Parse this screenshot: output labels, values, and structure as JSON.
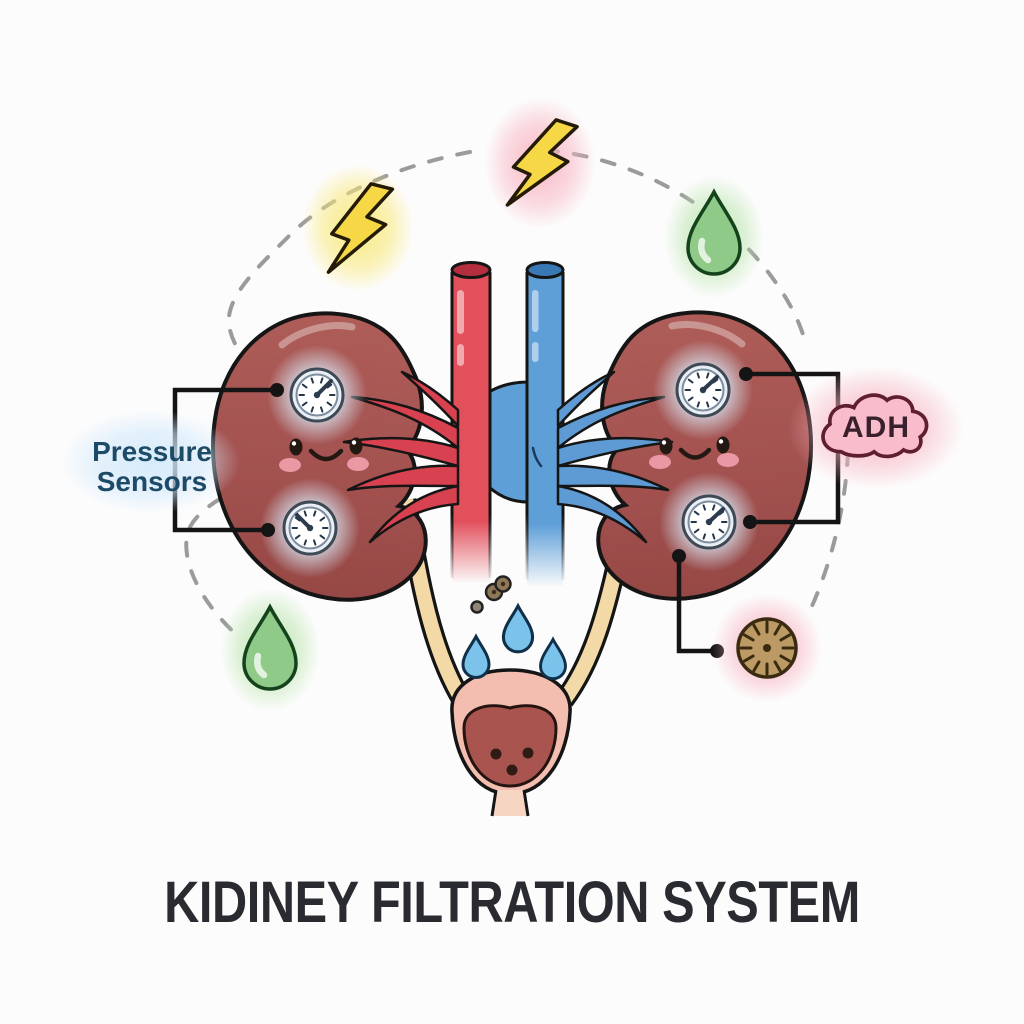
{
  "title": "KIDINEY FILTRATION SYSTEM",
  "labels": {
    "pressure_line1": "Pressure",
    "pressure_line2": "Sensors",
    "adh": "ADH"
  },
  "icons": [
    {
      "name": "lightning-bolt-left",
      "meaning": "nerve/electrical signal",
      "glow": "yellow"
    },
    {
      "name": "lightning-bolt-right",
      "meaning": "nerve/electrical signal",
      "glow": "pink"
    },
    {
      "name": "green-droplet-top-right",
      "meaning": "fluid drop"
    },
    {
      "name": "green-droplet-bottom-left",
      "meaning": "fluid drop"
    },
    {
      "name": "pressure-gauge",
      "count": 4,
      "meaning": "pressure sensor dial on kidneys"
    },
    {
      "name": "cell-dial",
      "meaning": "tan circular dial with inward ticks"
    },
    {
      "name": "adh-cloud",
      "meaning": "ADH hormone cloud"
    },
    {
      "name": "urine-droplets",
      "count": 3
    },
    {
      "name": "waste-particles",
      "count": 2
    }
  ],
  "colors": {
    "background": "#fcfcfc",
    "kidney": "#a85551",
    "artery_red": "#e2505c",
    "vein_blue": "#5f9fd8",
    "ureter_cream": "#f2d9a6",
    "bladder_outer": "#f3bdb0",
    "bladder_inner": "#aa544f",
    "adh_cloud": "#f8bcca",
    "pressure_label_text": "#1d4a66",
    "drop_green": "#8fca89",
    "drop_blue": "#7cc3ec",
    "bolt_yellow": "#f6d847",
    "dial_tan": "#bb9a64",
    "connector_black": "#141414",
    "dashed_gray": "#9b9b9b",
    "title_text": "#2a2a31"
  }
}
